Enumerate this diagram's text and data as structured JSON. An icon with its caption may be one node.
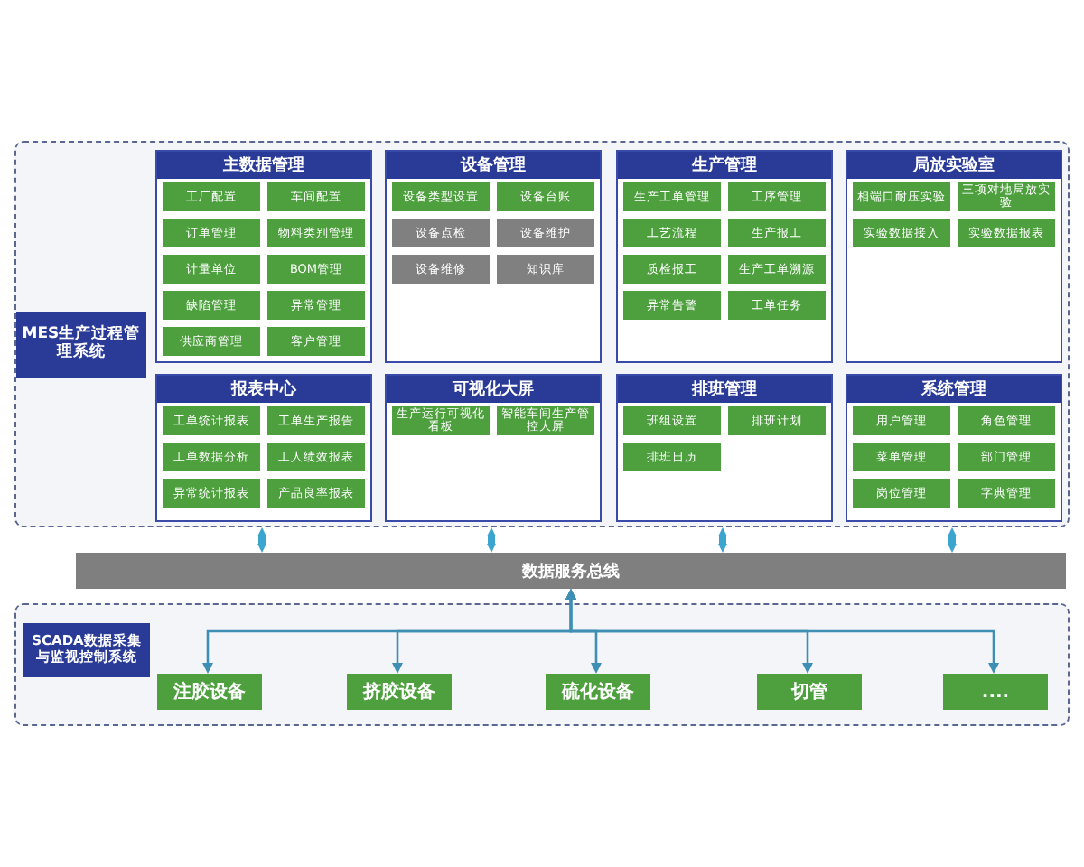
{
  "diagram": {
    "nodes": [
      {
        "text": [
          "MES生产过程管理系统"
        ]
      },
      {
        "text": [
          "主数据管理"
        ],
        "in": 0
      },
      {
        "text": [
          "工厂配置"
        ],
        "in": 1
      },
      {
        "text": [
          "车间配置"
        ],
        "in": 1
      },
      {
        "text": [
          "订单管理"
        ],
        "in": 1
      },
      {
        "text": [
          "物料类别管理"
        ],
        "in": 1
      },
      {
        "text": [
          "计量单位"
        ],
        "in": 1
      },
      {
        "text": [
          "BOM管理"
        ],
        "in": 1
      },
      {
        "text": [
          "缺陷管理"
        ],
        "in": 1
      },
      {
        "text": [
          "异常管理"
        ],
        "in": 1
      },
      {
        "text": [
          "供应商管理"
        ],
        "in": 1
      },
      {
        "text": [
          "客户管理"
        ],
        "in": 1
      },
      {
        "text": [
          "设备管理"
        ],
        "in": 0
      },
      {
        "text": [
          "设备类型设置"
        ],
        "in": 12
      },
      {
        "text": [
          "设备台账"
        ],
        "in": 12
      },
      {
        "text": [
          "设备点检"
        ],
        "in": 12
      },
      {
        "text": [
          "设备维护"
        ],
        "in": 12
      },
      {
        "text": [
          "设备维修"
        ],
        "in": 12
      },
      {
        "text": [
          "知识库"
        ],
        "in": 12
      },
      {
        "text": [
          "生产管理"
        ],
        "in": 0
      },
      {
        "text": [
          "生产工单管理"
        ],
        "in": 19
      },
      {
        "text": [
          "工序管理"
        ],
        "in": 19
      },
      {
        "text": [
          "工艺流程"
        ],
        "in": 19
      },
      {
        "text": [
          "生产报工"
        ],
        "in": 19
      },
      {
        "text": [
          "质检报工"
        ],
        "in": 19
      },
      {
        "text": [
          "生产工单溯源"
        ],
        "in": 19
      },
      {
        "text": [
          "异常告警"
        ],
        "in": 19
      },
      {
        "text": [
          "工单任务"
        ],
        "in": 19
      },
      {
        "text": [
          "局放实验室"
        ],
        "in": 0
      },
      {
        "text": [
          "相端口耐压实验"
        ],
        "in": 28
      },
      {
        "text": [
          "三项对地局放实验"
        ],
        "in": 28
      },
      {
        "text": [
          "实验数据接入"
        ],
        "in": 28
      },
      {
        "text": [
          "实验数据报表"
        ],
        "in": 28
      },
      {
        "text": [
          "报表中心"
        ],
        "in": 0
      },
      {
        "text": [
          "工单统计报表"
        ],
        "in": 33
      },
      {
        "text": [
          "工单生产报告"
        ],
        "in": 33
      },
      {
        "text": [
          "工单数据分析"
        ],
        "in": 33
      },
      {
        "text": [
          "工人绩效报表"
        ],
        "in": 33
      },
      {
        "text": [
          "异常统计报表"
        ],
        "in": 33
      },
      {
        "text": [
          "产品良率报表"
        ],
        "in": 33
      },
      {
        "text": [
          "可视化大屏"
        ],
        "in": 0
      },
      {
        "text": [
          "生产运行可视化看板"
        ],
        "in": 40
      },
      {
        "text": [
          "智能车间生产管控大屏"
        ],
        "in": 40
      },
      {
        "text": [
          "排班管理"
        ],
        "in": 0
      },
      {
        "text": [
          "班组设置"
        ],
        "in": 43
      },
      {
        "text": [
          "排班计划"
        ],
        "in": 43
      },
      {
        "text": [
          "排班日历"
        ],
        "in": 43
      },
      {
        "text": [
          "系统管理"
        ],
        "in": 0
      },
      {
        "text": [
          "用户管理"
        ],
        "in": 47
      },
      {
        "text": [
          "角色管理"
        ],
        "in": 47
      },
      {
        "text": [
          "菜单管理"
        ],
        "in": 47
      },
      {
        "text": [
          "部门管理"
        ],
        "in": 47
      },
      {
        "text": [
          "岗位管理"
        ],
        "in": 47
      },
      {
        "text": [
          "字典管理"
        ],
        "in": 47
      },
      {
        "text": [
          "数据服务总线"
        ]
      },
      {
        "text": [
          "SCADA数据采集与监视控制系统"
        ]
      },
      {
        "text": [
          "注胶设备"
        ],
        "in": 55
      },
      {
        "text": [
          "挤胶设备"
        ],
        "in": 55
      },
      {
        "text": [
          "硫化设备"
        ],
        "in": 55
      },
      {
        "text": [
          "切管"
        ],
        "in": 55
      },
      {
        "text": [
          "...."
        ],
        "in": 55
      }
    ],
    "edges": [
      {
        "from": 0,
        "to": 54,
        "arrow": "both",
        "style": "thick"
      },
      {
        "from": 0,
        "to": 54,
        "arrow": "both",
        "style": "thick"
      },
      {
        "from": 0,
        "to": 54,
        "arrow": "both",
        "style": "thick"
      },
      {
        "from": 0,
        "to": 54,
        "arrow": "both",
        "style": "thick"
      },
      {
        "from": 54,
        "to": 56,
        "arrow": "both"
      },
      {
        "from": 54,
        "to": 57,
        "arrow": "both"
      },
      {
        "from": 54,
        "to": 58,
        "arrow": "both"
      },
      {
        "from": 54,
        "to": 59,
        "arrow": "both"
      },
      {
        "from": 54,
        "to": 60,
        "arrow": "both"
      }
    ]
  }
}
